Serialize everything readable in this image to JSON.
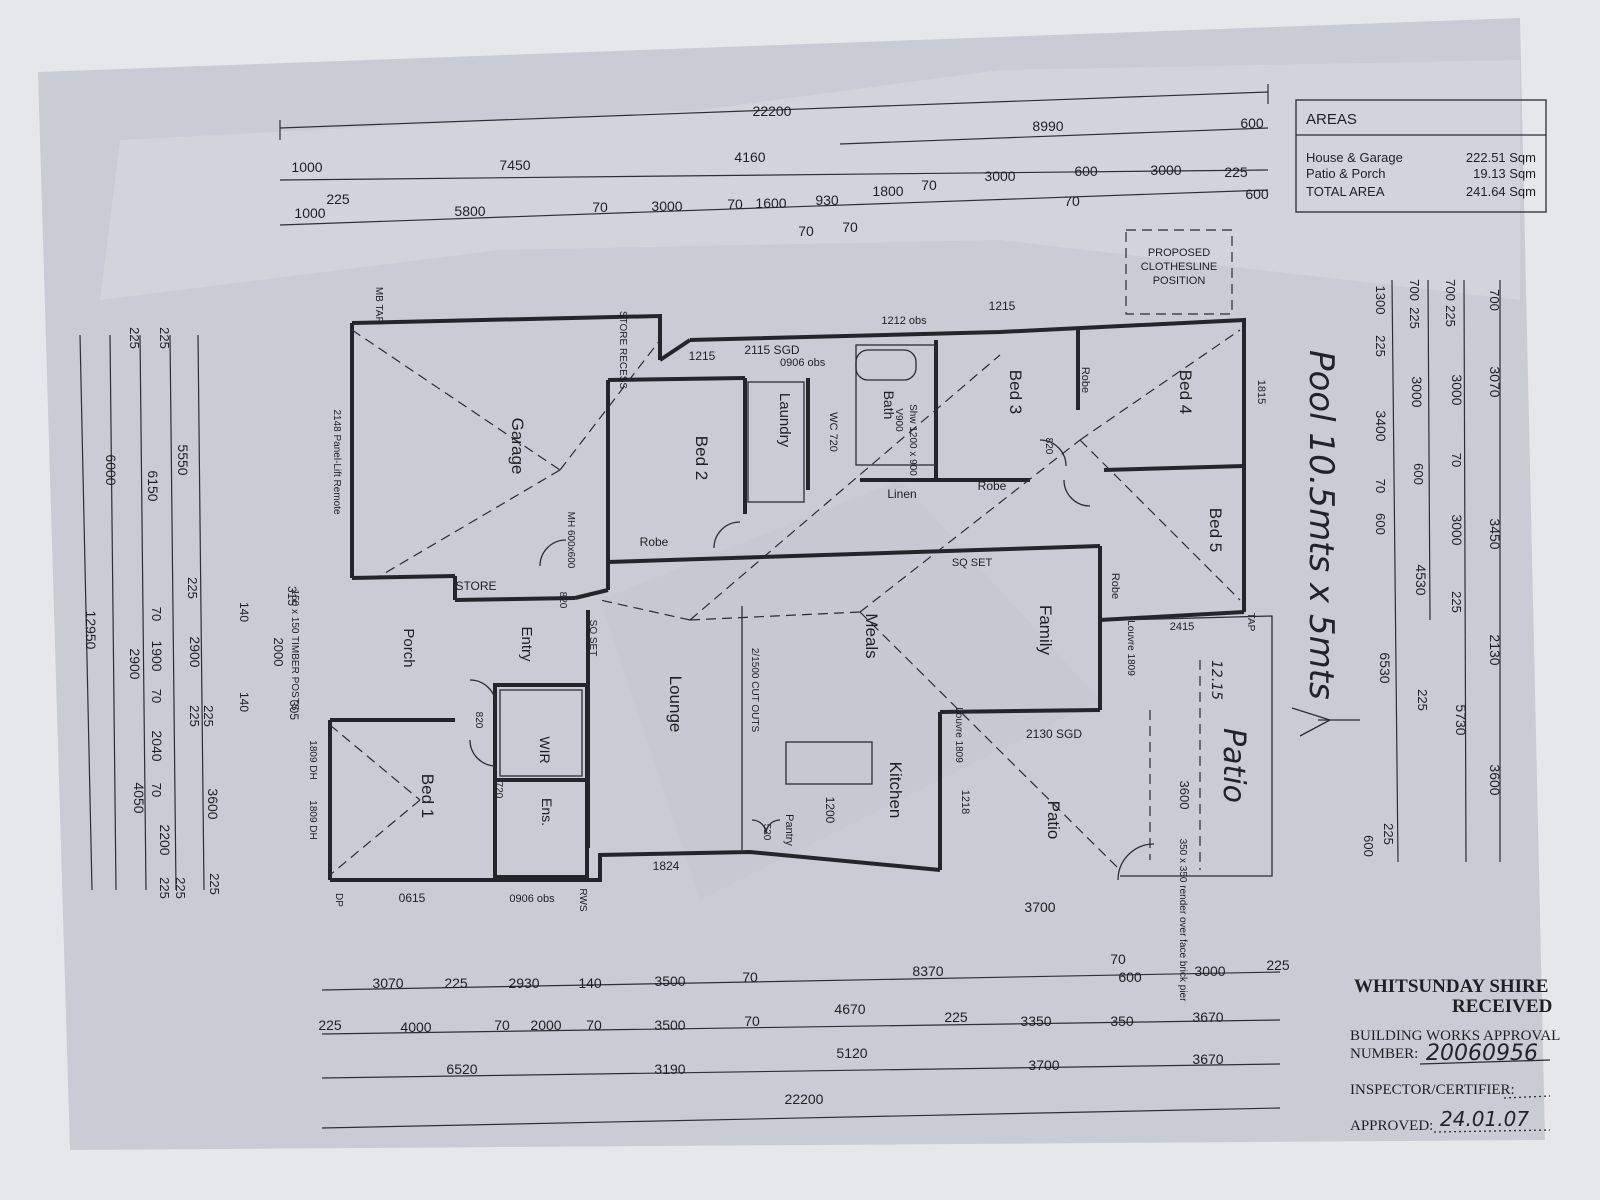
{
  "areas": {
    "title": "AREAS",
    "rows": [
      {
        "label": "House & Garage",
        "value": "222.51 Sqm"
      },
      {
        "label": "Patio & Porch",
        "value": "19.13 Sqm"
      },
      {
        "label": "TOTAL AREA",
        "value": "241.64 Sqm"
      }
    ]
  },
  "rooms": {
    "garage": "Garage",
    "bed2": "Bed 2",
    "laundry": "Laundry",
    "wc": "WC 720",
    "bath": "Bath",
    "bed3": "Bed 3",
    "bed4": "Bed 4",
    "bed5": "Bed 5",
    "family": "Family",
    "meals": "Meals",
    "lounge": "Lounge",
    "entry": "Entry",
    "porch": "Porch",
    "bed1": "Bed 1",
    "wir": "WIR",
    "ens": "Ens.",
    "kitchen": "Kitchen",
    "patio": "Patio",
    "store": "STORE",
    "store_recess": "STORE RECESS",
    "linen": "Linen",
    "pantry": "Pantry",
    "robe": "Robe",
    "sq_set": "SQ SET",
    "cut_outs": "2/1500 CUT OUTS",
    "timber_posts": "150 x 150 TIMBER POSTS",
    "panel_lift": "2148 Panel-Lift Remote",
    "mh": "MH 600x600",
    "sgd_2115": "2115 SGD",
    "sgd_2130": "2130 SGD",
    "shw": "Shw 1200 x 900",
    "v900": "V900",
    "louvre_1809": "Louvre 1809",
    "louvre_1809b": "Louvre 1809",
    "pier": "350 x 350 render over face brick pier",
    "mb_tap": "MB TAP",
    "rws": "RWS",
    "dp": "DP",
    "tap": "TAP",
    "clothesline": [
      "PROPOSED",
      "CLOTHESLINE",
      "POSITION"
    ],
    "obs_0906_top": "0906 obs",
    "obs_0906_bottom": "0906 obs",
    "obs_1212": "1212 obs",
    "w_1215a": "1215",
    "w_1215b": "1215",
    "w_1815": "1815",
    "w_2415": "2415",
    "w_1824": "1824",
    "w_0615": "0615",
    "w_1218": "1218",
    "w_1200": "1200",
    "w_3600": "3600",
    "w_3700": "3700",
    "w_820": "820",
    "w_720": "720",
    "w_520": "520",
    "dh_1809": "1809 DH",
    "dh_1809b": "1809 DH"
  },
  "top_dims": {
    "row1": [
      "22200"
    ],
    "row2": [
      "8990",
      "600"
    ],
    "row3": [
      "1000",
      "7450",
      "4160",
      "3000",
      "600",
      "3000",
      "225"
    ],
    "row4": [
      "1000",
      "225",
      "5800",
      "70",
      "3000",
      "70",
      "1600",
      "930",
      "1800",
      "70",
      "70",
      "600"
    ],
    "row5": [
      "70",
      "70"
    ]
  },
  "bottom_dims": {
    "row1": [
      "3070",
      "225",
      "2930",
      "140",
      "3500",
      "70",
      "8370",
      "70",
      "600",
      "3000",
      "225"
    ],
    "row2": [
      "225",
      "4000",
      "70",
      "2000",
      "70",
      "3500",
      "70",
      "4670",
      "225",
      "3350",
      "350",
      "3670"
    ],
    "row3": [
      "6520",
      "3190",
      "5120",
      "3700",
      "3670"
    ],
    "row4": [
      "22200"
    ]
  },
  "left_dims": {
    "outer": [
      "12950"
    ],
    "col2": [
      "6000",
      "4050"
    ],
    "col3": [
      "225",
      "6150",
      "2900",
      "225"
    ],
    "col4": [
      "225",
      "5550",
      "225",
      "70",
      "1900",
      "70",
      "2040",
      "70",
      "2200",
      "225"
    ],
    "col5": [
      "225",
      "2900",
      "225",
      "3600",
      "225"
    ],
    "small": [
      "315",
      "140",
      "2000",
      "140",
      "305"
    ]
  },
  "right_dims": {
    "col1": [
      "700",
      "3070",
      "3450",
      "2130",
      "3600"
    ],
    "col2": [
      "700",
      "225",
      "3000",
      "70",
      "3000",
      "225",
      "5730"
    ],
    "col3": [
      "700",
      "225",
      "3000",
      "600",
      "4530",
      "225"
    ],
    "col4": [
      "1300",
      "225",
      "3400",
      "70",
      "600",
      "6530",
      "225",
      "600"
    ]
  },
  "stamp": {
    "line1": "WHITSUNDAY SHIRE",
    "line2": "RECEIVED",
    "line3": "BUILDING WORKS APPROVAL",
    "line4": "NUMBER:",
    "number": "20060956",
    "inspector": "INSPECTOR/CERTIFIER:",
    "approved": "APPROVED:",
    "date": "24.01.07"
  },
  "handwritten": {
    "note": "Pool 10.5mts x 5mts",
    "patio": "Patio",
    "side": "12.15"
  }
}
